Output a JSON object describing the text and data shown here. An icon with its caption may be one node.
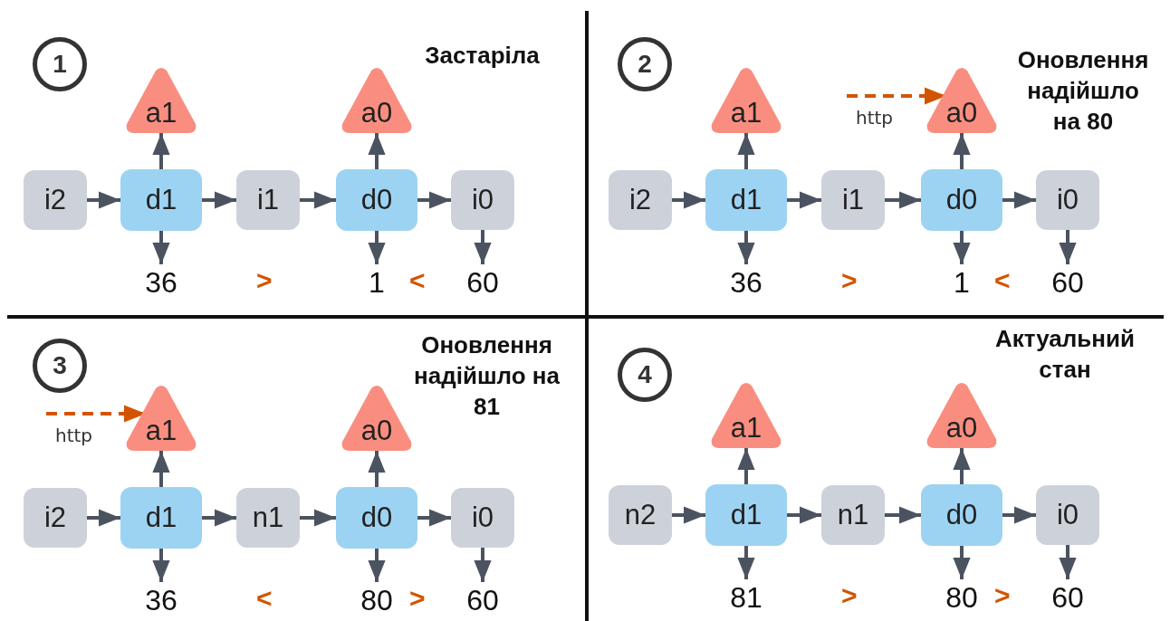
{
  "diagram": {
    "nodes": [
      {
        "text": [
          "1"
        ]
      },
      {
        "text": [
          "a1"
        ]
      },
      {
        "text": [
          "a0"
        ]
      },
      {
        "text": [
          "i2"
        ]
      },
      {
        "text": [
          "d1"
        ]
      },
      {
        "text": [
          "i1"
        ]
      },
      {
        "text": [
          "d0"
        ]
      },
      {
        "text": [
          "i0"
        ]
      },
      {
        "text": [
          "36"
        ]
      },
      {
        "text": [
          "1"
        ]
      },
      {
        "text": [
          "60"
        ]
      },
      {
        "text": [
          "2"
        ]
      },
      {
        "text": [
          "a1"
        ]
      },
      {
        "text": [
          "a0"
        ]
      },
      {
        "text": [
          "i2"
        ]
      },
      {
        "text": [
          "d1"
        ]
      },
      {
        "text": [
          "i1"
        ]
      },
      {
        "text": [
          "d0"
        ]
      },
      {
        "text": [
          "i0"
        ]
      },
      {
        "text": [
          "36"
        ]
      },
      {
        "text": [
          "1"
        ]
      },
      {
        "text": [
          "60"
        ]
      },
      {
        "text": [
          "3"
        ]
      },
      {
        "text": [
          "a1"
        ]
      },
      {
        "text": [
          "a0"
        ]
      },
      {
        "text": [
          "i2"
        ]
      },
      {
        "text": [
          "d1"
        ]
      },
      {
        "text": [
          "n1"
        ]
      },
      {
        "text": [
          "d0"
        ]
      },
      {
        "text": [
          "i0"
        ]
      },
      {
        "text": [
          "36"
        ]
      },
      {
        "text": [
          "80"
        ]
      },
      {
        "text": [
          "60"
        ]
      },
      {
        "text": [
          "4"
        ]
      },
      {
        "text": [
          "a1"
        ]
      },
      {
        "text": [
          "a0"
        ]
      },
      {
        "text": [
          "n2"
        ]
      },
      {
        "text": [
          "d1"
        ]
      },
      {
        "text": [
          "n1"
        ]
      },
      {
        "text": [
          "d0"
        ]
      },
      {
        "text": [
          "i0"
        ]
      },
      {
        "text": [
          "81"
        ]
      },
      {
        "text": [
          "80"
        ]
      },
      {
        "text": [
          "60"
        ]
      }
    ],
    "edges": [
      {
        "from": 3,
        "to": 4,
        "arrow": "to"
      },
      {
        "from": 4,
        "to": 5,
        "arrow": "to"
      },
      {
        "from": 5,
        "to": 6,
        "arrow": "to"
      },
      {
        "from": 6,
        "to": 7,
        "arrow": "to"
      },
      {
        "from": 4,
        "to": 1,
        "arrow": "to"
      },
      {
        "from": 6,
        "to": 2,
        "arrow": "to"
      },
      {
        "from": 4,
        "to": 8,
        "arrow": "to"
      },
      {
        "from": 6,
        "to": 9,
        "arrow": "to"
      },
      {
        "from": 7,
        "to": 10,
        "arrow": "to"
      },
      {
        "from": 14,
        "to": 15,
        "arrow": "to"
      },
      {
        "from": 15,
        "to": 16,
        "arrow": "to"
      },
      {
        "from": 16,
        "to": 17,
        "arrow": "to"
      },
      {
        "from": 17,
        "to": 18,
        "arrow": "to"
      },
      {
        "from": 15,
        "to": 12,
        "arrow": "to"
      },
      {
        "from": 17,
        "to": 13,
        "arrow": "to"
      },
      {
        "from": 15,
        "to": 19,
        "arrow": "to"
      },
      {
        "from": 17,
        "to": 20,
        "arrow": "to"
      },
      {
        "from": 18,
        "to": 21,
        "arrow": "to"
      },
      {
        "from": null,
        "to": 13,
        "arrow": "to",
        "label": "http",
        "style": "dashed",
        "color": "#d35400"
      },
      {
        "from": 25,
        "to": 26,
        "arrow": "to"
      },
      {
        "from": 26,
        "to": 27,
        "arrow": "to"
      },
      {
        "from": 27,
        "to": 28,
        "arrow": "to"
      },
      {
        "from": 28,
        "to": 29,
        "arrow": "to"
      },
      {
        "from": 26,
        "to": 23,
        "arrow": "to"
      },
      {
        "from": 28,
        "to": 24,
        "arrow": "to"
      },
      {
        "from": 26,
        "to": 30,
        "arrow": "to"
      },
      {
        "from": 28,
        "to": 31,
        "arrow": "to"
      },
      {
        "from": 29,
        "to": 32,
        "arrow": "to"
      },
      {
        "from": null,
        "to": 23,
        "arrow": "to",
        "label": "http",
        "style": "dashed",
        "color": "#d35400"
      },
      {
        "from": 36,
        "to": 37,
        "arrow": "to"
      },
      {
        "from": 37,
        "to": 38,
        "arrow": "to"
      },
      {
        "from": 38,
        "to": 39,
        "arrow": "to"
      },
      {
        "from": 39,
        "to": 40,
        "arrow": "to"
      },
      {
        "from": 37,
        "to": 34,
        "arrow": "to"
      },
      {
        "from": 39,
        "to": 35,
        "arrow": "to"
      },
      {
        "from": 37,
        "to": 41,
        "arrow": "to"
      },
      {
        "from": 39,
        "to": 42,
        "arrow": "to"
      },
      {
        "from": 40,
        "to": 43,
        "arrow": "to"
      }
    ],
    "labels": [
      "Застаріла",
      ">",
      "<",
      "Оновлення надійшло на 80",
      ">",
      "<",
      "Оновлення надійшло на 81",
      "<",
      ">",
      "Актуальний стан",
      ">",
      ">"
    ]
  }
}
